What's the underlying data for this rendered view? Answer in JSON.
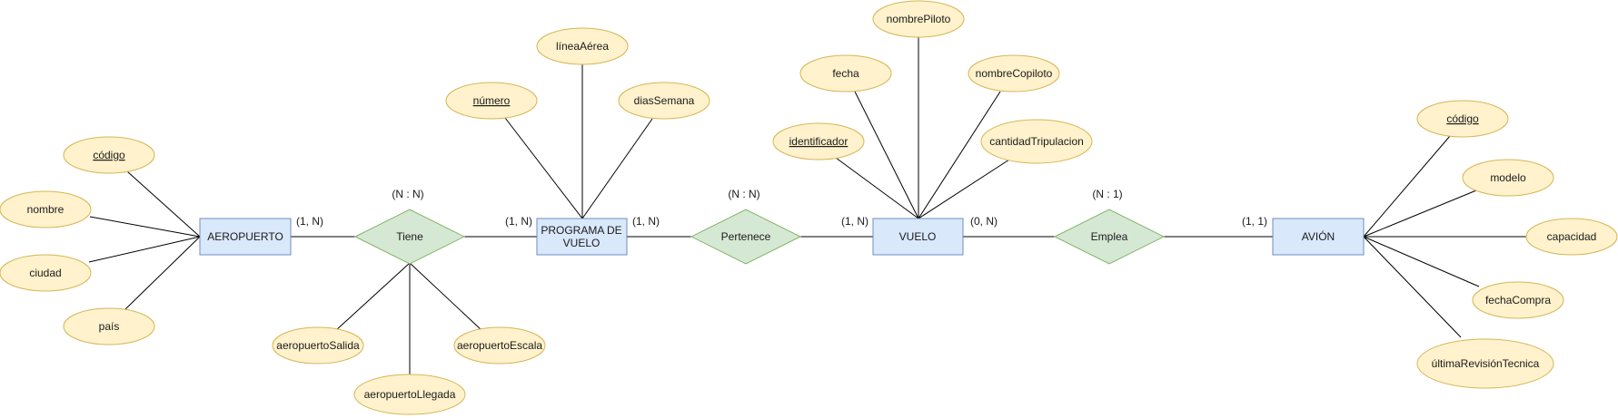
{
  "entities": [
    {
      "id": "aeropuerto",
      "label": "AEROPUERTO"
    },
    {
      "id": "programa",
      "label": "PROGRAMA DE",
      "label2": "VUELO"
    },
    {
      "id": "vuelo",
      "label": "VUELO"
    },
    {
      "id": "avion",
      "label": "AVIÓN"
    }
  ],
  "relationships": [
    {
      "id": "tiene",
      "label": "Tiene",
      "cardinality": "(N : N)"
    },
    {
      "id": "pertenece",
      "label": "Pertenece",
      "cardinality": "(N : N)"
    },
    {
      "id": "emplea",
      "label": "Emplea",
      "cardinality": "(N : 1)"
    }
  ],
  "participations": [
    {
      "id": "aeropuerto-tiene",
      "label": "(1, N)"
    },
    {
      "id": "programa-tiene",
      "label": "(1, N)"
    },
    {
      "id": "programa-pertenece",
      "label": "(1, N)"
    },
    {
      "id": "vuelo-pertenece",
      "label": "(1, N)"
    },
    {
      "id": "vuelo-emplea",
      "label": "(0, N)"
    },
    {
      "id": "avion-emplea",
      "label": "(1, 1)"
    }
  ],
  "attributes": [
    {
      "id": "aeropuerto-codigo",
      "owner": "aeropuerto",
      "label": "código",
      "key": true
    },
    {
      "id": "aeropuerto-nombre",
      "owner": "aeropuerto",
      "label": "nombre",
      "key": false
    },
    {
      "id": "aeropuerto-ciudad",
      "owner": "aeropuerto",
      "label": "ciudad",
      "key": false
    },
    {
      "id": "aeropuerto-pais",
      "owner": "aeropuerto",
      "label": "país",
      "key": false
    },
    {
      "id": "tiene-aeropuertoSalida",
      "owner": "tiene",
      "label": "aeropuertoSalida",
      "key": false
    },
    {
      "id": "tiene-aeropuertoLlegada",
      "owner": "tiene",
      "label": "aeropuertoLlegada",
      "key": false
    },
    {
      "id": "tiene-aeropuertoEscala",
      "owner": "tiene",
      "label": "aeropuertoEscala",
      "key": false
    },
    {
      "id": "programa-numero",
      "owner": "programa",
      "label": "número",
      "key": true
    },
    {
      "id": "programa-lineaAerea",
      "owner": "programa",
      "label": "líneaAérea",
      "key": false
    },
    {
      "id": "programa-diasSemana",
      "owner": "programa",
      "label": "diasSemana",
      "key": false
    },
    {
      "id": "vuelo-identificador",
      "owner": "vuelo",
      "label": "identificador",
      "key": true
    },
    {
      "id": "vuelo-fecha",
      "owner": "vuelo",
      "label": "fecha",
      "key": false
    },
    {
      "id": "vuelo-nombrePiloto",
      "owner": "vuelo",
      "label": "nombrePiloto",
      "key": false
    },
    {
      "id": "vuelo-nombreCopiloto",
      "owner": "vuelo",
      "label": "nombreCopiloto",
      "key": false
    },
    {
      "id": "vuelo-cantidadTripulacion",
      "owner": "vuelo",
      "label": "cantidadTripulacion",
      "key": false
    },
    {
      "id": "avion-codigo",
      "owner": "avion",
      "label": "código",
      "key": true
    },
    {
      "id": "avion-modelo",
      "owner": "avion",
      "label": "modelo",
      "key": false
    },
    {
      "id": "avion-capacidad",
      "owner": "avion",
      "label": "capacidad",
      "key": false
    },
    {
      "id": "avion-fechaCompra",
      "owner": "avion",
      "label": "fechaCompra",
      "key": false
    },
    {
      "id": "avion-ultimaRevisionTecnica",
      "owner": "avion",
      "label": "últimaRevisiónTecnica",
      "key": false
    }
  ],
  "colors": {
    "entity_fill": "#dae8fc",
    "entity_stroke": "#6c8ebf",
    "relationship_fill": "#d5e8d4",
    "relationship_stroke": "#82b366",
    "attribute_fill": "#fff2cc",
    "attribute_stroke": "#d6b656"
  }
}
